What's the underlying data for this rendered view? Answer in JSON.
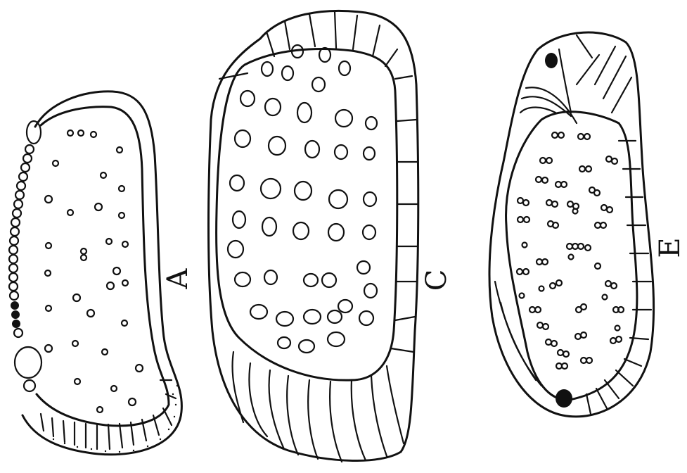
{
  "figures": [
    {
      "id": "A",
      "label": "A"
    },
    {
      "id": "C",
      "label": "C"
    },
    {
      "id": "E",
      "label": "E"
    }
  ],
  "colors": {
    "ink": "#111111",
    "paper": "#ffffff"
  }
}
